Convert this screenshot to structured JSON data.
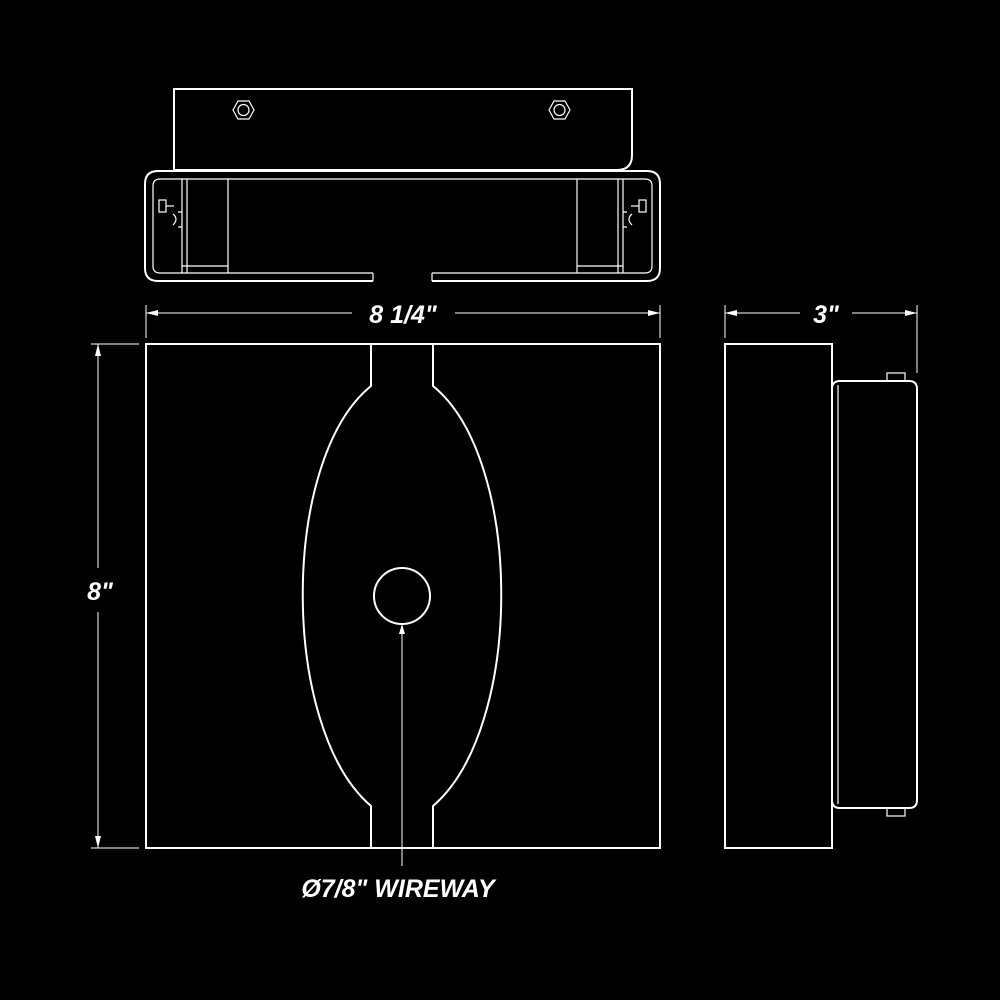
{
  "colors": {
    "background": "#000000",
    "line": "#ffffff"
  },
  "dimensions": {
    "width": "8 1/4\"",
    "height": "8\"",
    "depth": "3\""
  },
  "callout": {
    "wireway": "Ø7/8\" WIREWAY"
  }
}
